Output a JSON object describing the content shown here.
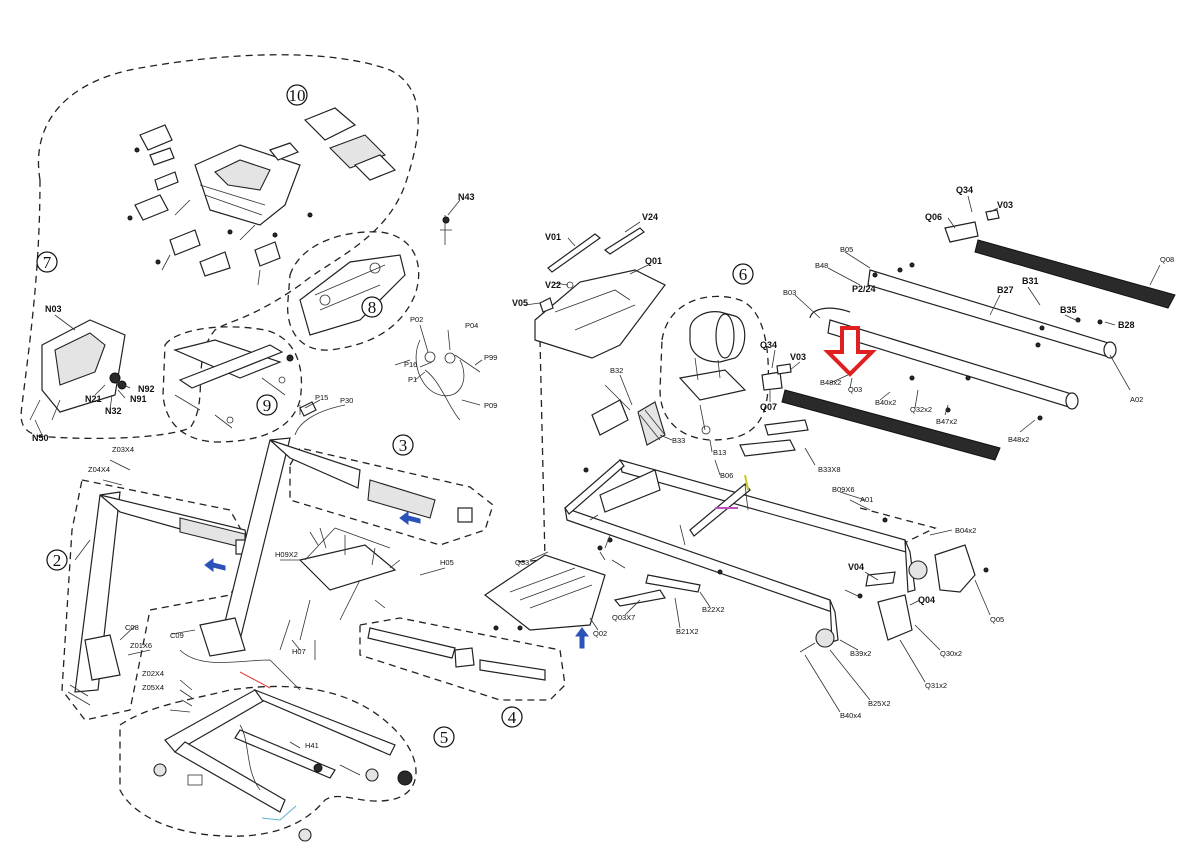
{
  "callouts": [
    {
      "id": "c10",
      "text": "10"
    },
    {
      "id": "c7",
      "text": "7"
    },
    {
      "id": "c8",
      "text": "8"
    },
    {
      "id": "c9",
      "text": "9"
    },
    {
      "id": "c3",
      "text": "3"
    },
    {
      "id": "c2",
      "text": "2"
    },
    {
      "id": "c4",
      "text": "4"
    },
    {
      "id": "c5",
      "text": "5"
    },
    {
      "id": "c6",
      "text": "6"
    }
  ],
  "labels": {
    "N43": "N43",
    "N03": "N03",
    "N92": "N92",
    "N91": "N91",
    "N21": "N21",
    "N32": "N32",
    "N50": "N50",
    "P02": "P02",
    "P04": "P04",
    "P16": "P16",
    "P1": "P1",
    "P99": "P99",
    "P09": "P09",
    "P15": "P15",
    "P30": "P30",
    "V01": "V01",
    "V24": "V24",
    "V22": "V22",
    "V05": "V05",
    "Q01": "Q01",
    "Q34a": "Q34",
    "V03a": "V03",
    "Q06": "Q06",
    "B05": "B05",
    "B48": "B48",
    "B03": "B03",
    "B27": "B27",
    "B31": "B31",
    "B35": "B35",
    "B28": "B28",
    "A02": "A02",
    "Q34b": "Q34",
    "V03b": "V03",
    "Q07": "Q07",
    "Q03": "Q03",
    "B48x2": "B48x2",
    "B40x2": "B40x2",
    "Q32x2": "Q32x2",
    "B47x2": "B47x2",
    "B48x2b": "B48x2",
    "Q08": "Q08",
    "B32": "B32",
    "B33": "B33",
    "B13": "B13",
    "B06": "B06",
    "B33x8": "B33X8",
    "B09x6": "B09X6",
    "A01": "A01",
    "B04x2": "B04x2",
    "V04": "V04",
    "Q04": "Q04",
    "Q05": "Q05",
    "Q30x2": "Q30x2",
    "Q31x2": "Q31x2",
    "B39x2": "B39x2",
    "B25x2": "B25X2",
    "B40x4": "B40x4",
    "Q02": "Q02",
    "Q03x7": "Q03X7",
    "B21x2": "B21X2",
    "B22x2": "B22X2",
    "Q33": "Q33",
    "C08": "C08",
    "C09": "C09",
    "H09x2": "H09X2",
    "H07": "H07",
    "H05": "H05",
    "H41": "H41",
    "Z03x4": "Z03X4",
    "Z04x4": "Z04X4",
    "Z02x4": "Z02X4",
    "Z05x4": "Z05X4",
    "Z01x6": "Z01X6"
  },
  "highlight": {
    "text": "P2/24",
    "arrow_color": "#e02020"
  }
}
